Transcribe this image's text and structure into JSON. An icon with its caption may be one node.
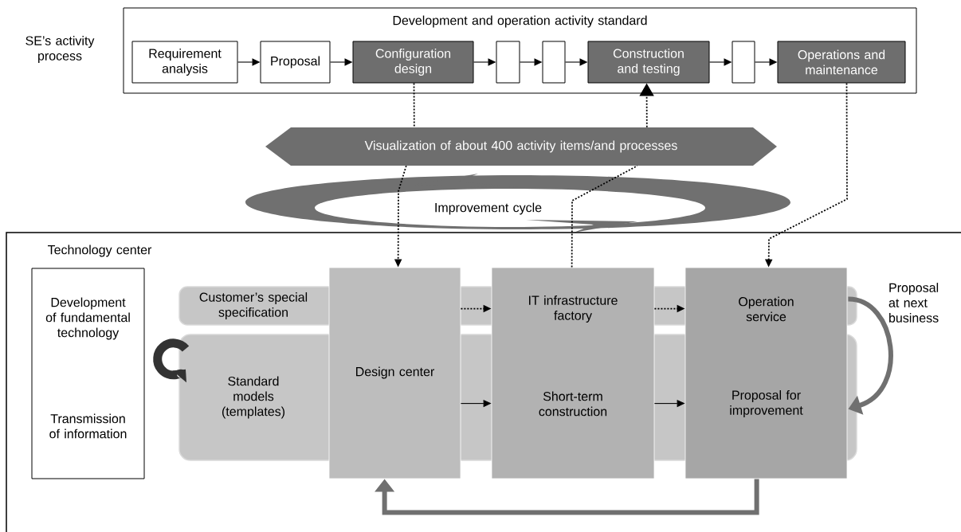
{
  "diagram": {
    "nodes": [
      {
        "text": [
          "Development and operation activity standard"
        ]
      },
      {
        "text": [
          "Requirement analysis"
        ],
        "in": 0
      },
      {
        "text": [
          "Proposal"
        ],
        "in": 0
      },
      {
        "text": [
          "Configuration design"
        ],
        "in": 0
      },
      {
        "text": [],
        "shape": "box",
        "in": 0
      },
      {
        "text": [],
        "shape": "box",
        "in": 0
      },
      {
        "text": [
          "Construction and testing"
        ],
        "in": 0
      },
      {
        "text": [],
        "shape": "box",
        "in": 0
      },
      {
        "text": [
          "Operations and maintenance"
        ],
        "in": 0
      },
      {
        "text": [
          "Visualization of about 400 activity items/and processes"
        ]
      },
      {
        "text": [
          "Improvement cycle"
        ]
      },
      {
        "text": [
          "Technology center"
        ]
      },
      {
        "text": [
          "Development of fundamental technology",
          "Transmission of information"
        ],
        "in": 11
      },
      {
        "text": [
          "Customer’s special specification"
        ],
        "in": 11
      },
      {
        "text": [
          "Standard models (templates)"
        ],
        "in": 11
      },
      {
        "text": [
          "Design center"
        ],
        "in": 11
      },
      {
        "text": [
          "IT infrastructure factory",
          "Short-term construction"
        ],
        "in": 11
      },
      {
        "text": [
          "Operation service",
          "Proposal for improvement"
        ],
        "in": 11
      }
    ],
    "edges": [
      {
        "from": 1,
        "to": 2,
        "arrow": "to"
      },
      {
        "from": 2,
        "to": 3,
        "arrow": "to"
      },
      {
        "from": 3,
        "to": 4,
        "arrow": "to"
      },
      {
        "from": 4,
        "to": 5,
        "arrow": "to"
      },
      {
        "from": 5,
        "to": 6,
        "arrow": "to"
      },
      {
        "from": 6,
        "to": 7,
        "arrow": "to"
      },
      {
        "from": 7,
        "to": 8,
        "arrow": "to"
      },
      {
        "from": 3,
        "to": 9,
        "arrow": "none",
        "style": "dashed"
      },
      {
        "from": 9,
        "to": 15,
        "arrow": "to",
        "style": "dashed"
      },
      {
        "from": 16,
        "to": 9,
        "arrow": "none",
        "style": "dashed"
      },
      {
        "from": 9,
        "to": 6,
        "arrow": "to",
        "style": "dashed"
      },
      {
        "from": 8,
        "to": 17,
        "arrow": "to",
        "style": "dashed"
      },
      {
        "from": 15,
        "to": 16,
        "arrow": "to",
        "style": "dashed"
      },
      {
        "from": 16,
        "to": 17,
        "arrow": "to",
        "style": "dashed"
      },
      {
        "from": 15,
        "to": 16,
        "arrow": "to"
      },
      {
        "from": 16,
        "to": 17,
        "arrow": "to"
      },
      {
        "from": 17,
        "to": 15,
        "arrow": "to",
        "style": "thick",
        "color": "#707070"
      },
      {
        "from": 17,
        "to": 17,
        "arrow": "to",
        "style": "thick",
        "color": "#707070"
      }
    ],
    "labels": [
      "SE’s activity process",
      "Proposal at next business"
    ]
  }
}
